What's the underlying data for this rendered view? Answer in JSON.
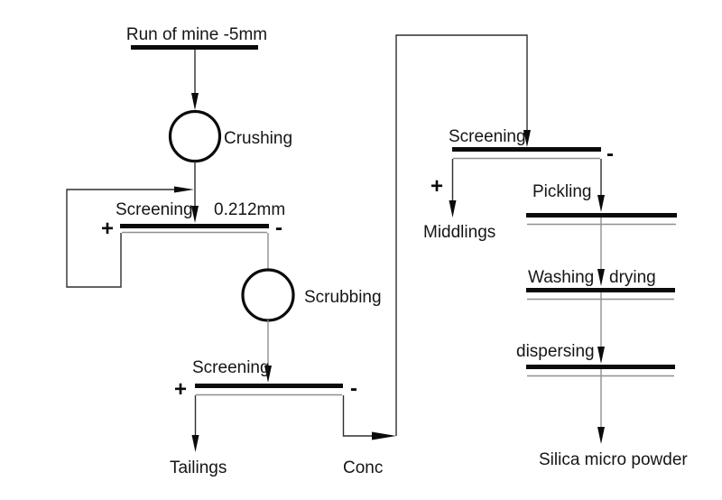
{
  "diagram": {
    "feed": {
      "label": "Run of mine -5mm"
    },
    "crushing": {
      "label": "Crushing"
    },
    "screening1": {
      "label": "Screening",
      "aperture": "0.212mm",
      "oversize_sign": "+",
      "undersize_sign": "-"
    },
    "scrubbing": {
      "label": "Scrubbing"
    },
    "screening2": {
      "label": "Screening",
      "oversize_sign": "+",
      "undersize_sign": "-",
      "oversize_product": "Tailings",
      "undersize_product": "Conc"
    },
    "screening3": {
      "label": "Screening",
      "oversize_sign": "+",
      "undersize_sign": "-",
      "oversize_product": "Middlings"
    },
    "pickling": {
      "label": "Pickling"
    },
    "washing": {
      "label": "Washing"
    },
    "drying": {
      "label": "drying"
    },
    "dispersing": {
      "label": "dispersing"
    },
    "product": {
      "label": "Silica micro powder"
    }
  },
  "colors": {
    "background": "#ffffff",
    "line": "#2e2e2e",
    "line_gray": "#8f8f8f",
    "bar": "#0b0b0b",
    "text": "#151515"
  }
}
